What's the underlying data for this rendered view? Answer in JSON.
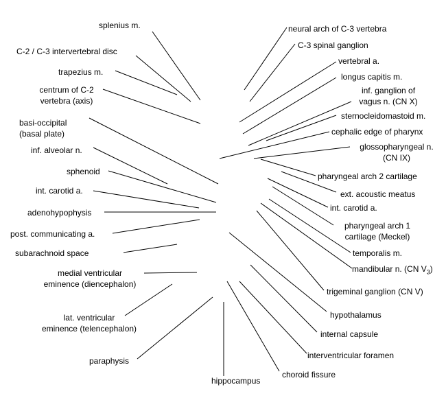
{
  "labels": {
    "splenius": "splenius m.",
    "c2c3_disc": "C-2 / C-3 intervertebral disc",
    "trapezius": "trapezius m.",
    "centrum_c2_line1": "centrum of C-2",
    "centrum_c2_line2": "vertebra (axis)",
    "basioccipital_line1": "basi-occipital",
    "basioccipital_line2": "(basal plate)",
    "inf_alveolar": "inf. alveolar n.",
    "sphenoid": "sphenoid",
    "int_carotid_left": "int. carotid a.",
    "adenohypophysis": "adenohypophysis",
    "post_communicating": "post. communicating a.",
    "subarachnoid": "subarachnoid space",
    "medial_ventricular_line1": "medial ventricular",
    "medial_ventricular_line2": "eminence (diencephalon)",
    "lat_ventricular_line1": "lat. ventricular",
    "lat_ventricular_line2": "eminence (telencephalon)",
    "paraphysis": "paraphysis",
    "hippocampus": "hippocampus",
    "choroid_fissure": "choroid fissure",
    "interventricular_foramen": "interventricular foramen",
    "internal_capsule": "internal capsule",
    "hypothalamus": "hypothalamus",
    "trigeminal_ganglion": "trigeminal ganglion (CN V)",
    "mandibular_prefix": "mandibular n. (CN V",
    "mandibular_sub": "3",
    "mandibular_suffix": ")",
    "temporalis": "temporalis m.",
    "pharyngeal_arch1_line1": "pharyngeal arch 1",
    "pharyngeal_arch1_line2": "cartilage (Meckel)",
    "int_carotid_right": "int. carotid a.",
    "ext_acoustic": "ext. acoustic meatus",
    "pharyngeal_arch2": "pharyngeal arch 2 cartilage",
    "glossopharyngeal_line1": "glossopharyngeal n.",
    "glossopharyngeal_line2": "(CN IX)",
    "cephalic_edge": "cephalic edge of pharynx",
    "sternocleidomastoid": "sternocleidomastoid m.",
    "inf_ganglion_line1": "inf. ganglion of",
    "inf_ganglion_line2": "vagus n. (CN X)",
    "longus_capitis": "longus capitis m.",
    "vertebral": "vertebral a.",
    "c3_spinal_ganglion": "C-3 spinal ganglion",
    "neural_arch_c3": "neural arch of C-3 vertebra"
  },
  "line_color": "#000000"
}
